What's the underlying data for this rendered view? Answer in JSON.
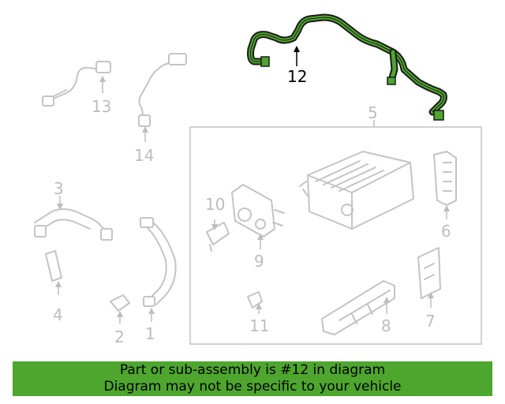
{
  "callouts": {
    "c1": "1",
    "c2": "2",
    "c3": "3",
    "c4": "4",
    "c5": "5",
    "c6": "6",
    "c7": "7",
    "c8": "8",
    "c9": "9",
    "c10": "10",
    "c11": "11",
    "c12": "12",
    "c13": "13",
    "c14": "14"
  },
  "highlight_part": "12",
  "colors": {
    "highlight": "#4ea62e",
    "banner": "#4ea62e",
    "faded": "#c4c4c4"
  },
  "banner": {
    "line1": "Part or sub-assembly is #12 in diagram",
    "line2": "Diagram may not be specific to your vehicle"
  }
}
